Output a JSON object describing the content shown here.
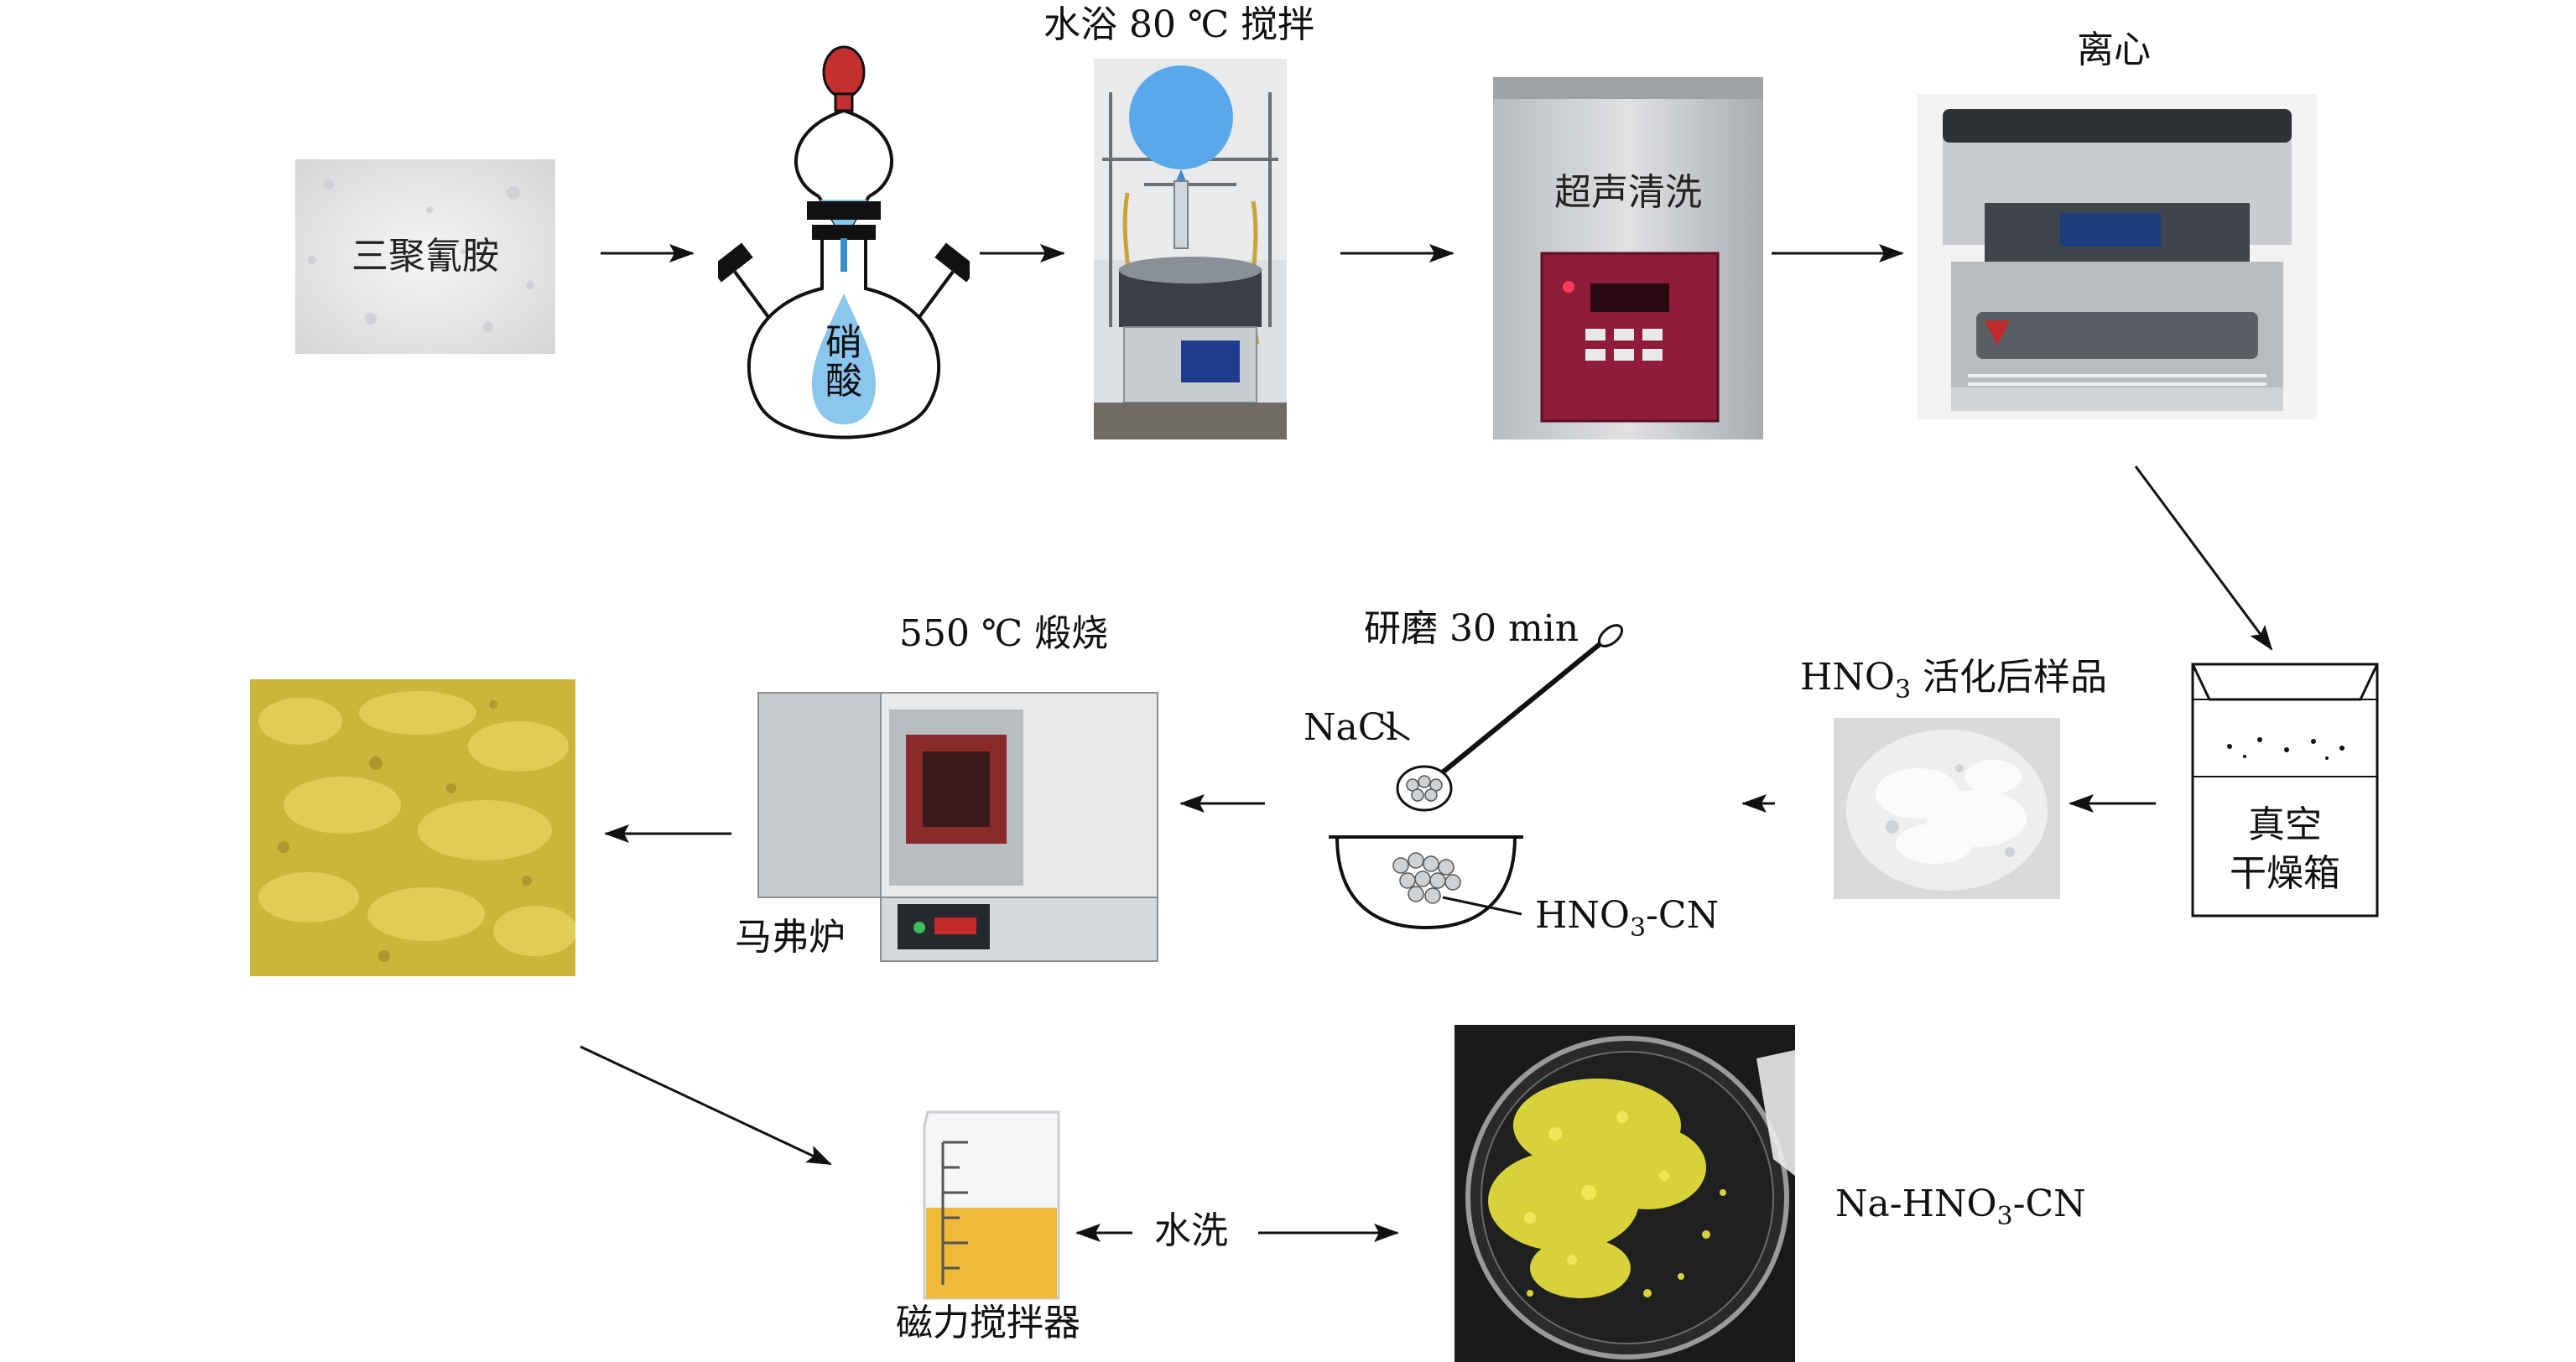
{
  "step1": {
    "label": "三聚氰胺"
  },
  "step2": {
    "label": "硝酸"
  },
  "step3": {
    "label": "水浴 80 ℃ 搅拌"
  },
  "step4": {
    "label": "超声清洗"
  },
  "step5": {
    "label": "离心"
  },
  "step6": {
    "label_line1": "真空",
    "label_line2": "干燥箱"
  },
  "step7": {
    "label_base": "HNO",
    "label_sub": "3",
    "label_rest": " 活化后样品"
  },
  "step8": {
    "title": "研磨 30 min",
    "nacl": "NaCl",
    "product_base": "HNO",
    "product_sub": "3",
    "product_rest": "-CN"
  },
  "step9": {
    "title": "550 ℃ 煅烧",
    "caption": "马弗炉"
  },
  "step11": {
    "caption": "磁力搅拌器"
  },
  "wash": {
    "label": "水洗"
  },
  "final": {
    "label_base": "Na-HNO",
    "label_sub": "3",
    "label_rest": "-CN"
  },
  "colors": {
    "product_yellow": "#d9be3c",
    "beaker_liquid": "#f0b93a",
    "balloon_blue": "#5aa7ea",
    "acid_blue": "#8ac6ee",
    "dropper_red": "#c43030",
    "furnace_door": "#8a2a2a"
  }
}
